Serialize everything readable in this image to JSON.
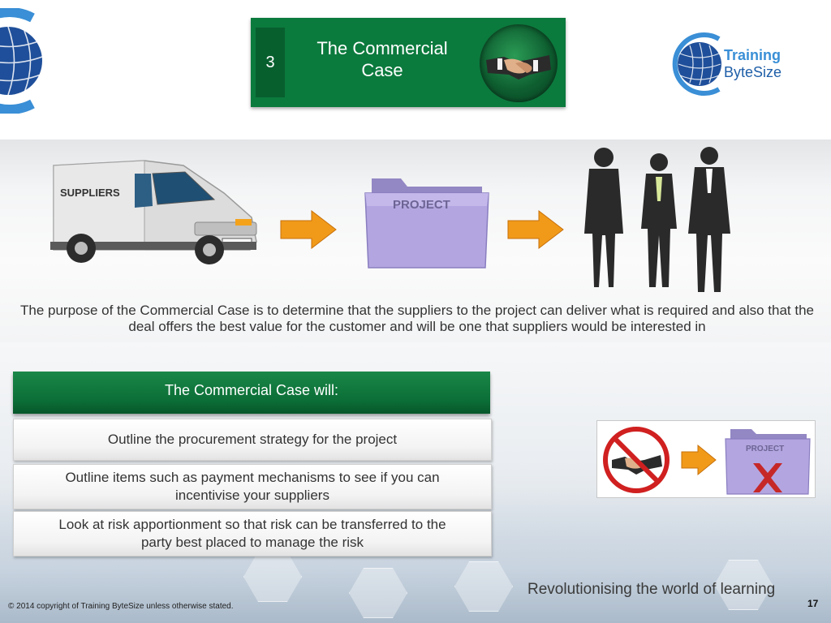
{
  "banner": {
    "number": "3",
    "title": "The Commercial Case"
  },
  "logo": {
    "line1": "Training",
    "line2": "ByteSize"
  },
  "flow": {
    "van_label": "SUPPLIERS",
    "folder_label": "PROJECT"
  },
  "purpose": "The purpose of the Commercial Case is to determine that the suppliers to the project can deliver what is required and also that the deal offers the best value for the customer and will be one that suppliers would be interested in",
  "list": {
    "heading": "The Commercial Case will:",
    "items": [
      "Outline the procurement strategy for the project",
      "Outline items such as payment mechanisms to see if you can incentivise your suppliers",
      "Look at risk apportionment so that risk can be transferred to the party best placed to manage the risk"
    ]
  },
  "no_deal": {
    "folder_label": "PROJECT"
  },
  "footer": {
    "tagline": "Revolutionising the world of learning",
    "copyright": "© 2014 copyright of Training ByteSize unless otherwise stated.",
    "page_number": "17"
  },
  "colors": {
    "banner_green": "#0b7a3d",
    "arrow_orange": "#f19a1a",
    "folder_lavender": "#a99bd6",
    "logo_blue": "#3a8fd6"
  }
}
